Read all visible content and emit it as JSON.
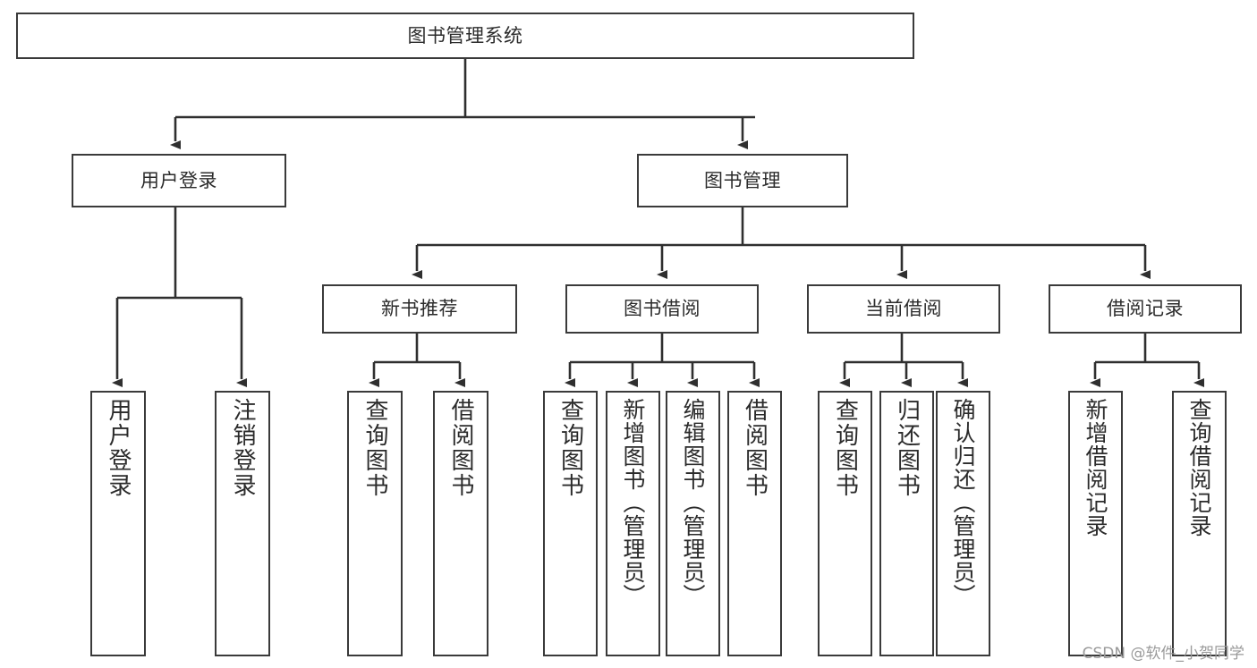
{
  "diagram": {
    "title": "图书管理系统",
    "type": "tree-hierarchy-chart",
    "colors": {
      "border": "#3a3a3a",
      "text": "#2b2b2b",
      "background": "#ffffff",
      "connector": "#2f2f2f",
      "watermark": "#9a9a9a"
    },
    "root": {
      "id": "root",
      "label": "图书管理系统"
    },
    "level2": [
      {
        "id": "user-login",
        "label": "用户登录"
      },
      {
        "id": "book-manage",
        "label": "图书管理"
      }
    ],
    "level3": [
      {
        "id": "new-book-recommend",
        "label": "新书推荐"
      },
      {
        "id": "book-borrow",
        "label": "图书借阅"
      },
      {
        "id": "current-borrow",
        "label": "当前借阅"
      },
      {
        "id": "borrow-record",
        "label": "借阅记录"
      }
    ],
    "leaves": {
      "user-login": [
        {
          "id": "leaf-user-login",
          "label": "用户登录"
        },
        {
          "id": "leaf-logout-login",
          "label": "注销登录"
        }
      ],
      "new-book-recommend": [
        {
          "id": "leaf-query-book-1",
          "label": "查询图书"
        },
        {
          "id": "leaf-borrow-book-1",
          "label": "借阅图书"
        }
      ],
      "book-borrow": [
        {
          "id": "leaf-query-book-2",
          "label": "查询图书"
        },
        {
          "id": "leaf-add-book",
          "label": "新增图书（管理员）"
        },
        {
          "id": "leaf-edit-book",
          "label": "编辑图书（管理员）"
        },
        {
          "id": "leaf-borrow-book-2",
          "label": "借阅图书"
        }
      ],
      "current-borrow": [
        {
          "id": "leaf-query-book-3",
          "label": "查询图书"
        },
        {
          "id": "leaf-return-book",
          "label": "归还图书"
        },
        {
          "id": "leaf-confirm-return",
          "label": "确认归还（管理员）"
        }
      ],
      "borrow-record": [
        {
          "id": "leaf-add-record",
          "label": "新增借阅记录"
        },
        {
          "id": "leaf-query-record",
          "label": "查询借阅记录"
        }
      ]
    },
    "watermark": "CSDN @软件_小贺同学"
  }
}
